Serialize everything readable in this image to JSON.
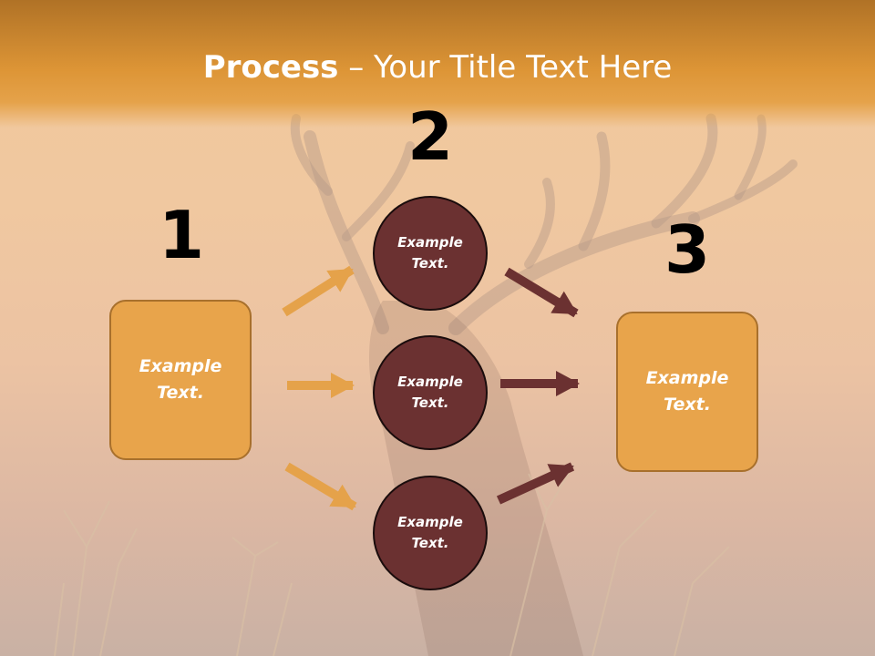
{
  "title": {
    "bold": "Process",
    "rest": " – Your Title Text Here"
  },
  "steps": [
    {
      "number": "1",
      "text": "Example Text."
    },
    {
      "number": "2",
      "items": [
        "Example Text.",
        "Example Text.",
        "Example Text."
      ]
    },
    {
      "number": "3",
      "text": "Example Text."
    }
  ],
  "colors": {
    "header": "#dd9536",
    "box_fill": "#e8a44b",
    "circle_fill": "#6b3131",
    "left_arrow": "#e5a24a",
    "right_arrow": "#6b3131"
  }
}
